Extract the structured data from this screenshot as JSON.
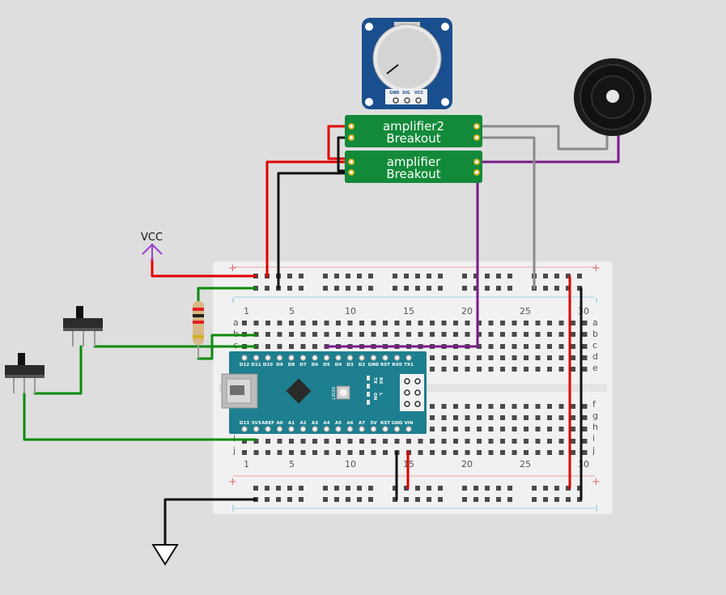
{
  "modules": {
    "amplifier2": {
      "line1": "amplifier2",
      "line2": "Breakout"
    },
    "amplifier": {
      "line1": "amplifier",
      "line2": "Breakout"
    }
  },
  "potentiometer": {
    "pins": [
      "GND",
      "SIG",
      "VCC"
    ]
  },
  "labels": {
    "vcc": "VCC"
  },
  "breadboard": {
    "col_numbers": [
      "1",
      "5",
      "10",
      "15",
      "20",
      "25",
      "30"
    ],
    "rows_top": [
      "a",
      "b",
      "c",
      "d",
      "e"
    ],
    "rows_bottom": [
      "f",
      "g",
      "h",
      "i",
      "j"
    ],
    "rail_plus": "+"
  },
  "arduino": {
    "top_pins": [
      "D12",
      "D11",
      "D10",
      "D9",
      "D8",
      "D7",
      "D6",
      "D5",
      "D4",
      "D3",
      "D2",
      "GND",
      "RST",
      "RX0",
      "TX1"
    ],
    "bottom_pins": [
      "D13",
      "3V3",
      "AREF",
      "A0",
      "A1",
      "A2",
      "A3",
      "A4",
      "A5",
      "A6",
      "A7",
      "5V",
      "RST",
      "GND",
      "VIN"
    ],
    "leds": [
      "TX",
      "RX",
      "ON",
      "L"
    ],
    "reset_label": "RESET"
  },
  "colors": {
    "red": "#e00000",
    "black": "#111111",
    "green": "#0a8a0a",
    "purple": "#7a1a8a",
    "gray": "#8a8a8a",
    "module_green": "#138a3a",
    "arduino_teal": "#1d7f8f",
    "pot_blue": "#1a4f8f",
    "vcc_purple": "#9b3fd1"
  }
}
